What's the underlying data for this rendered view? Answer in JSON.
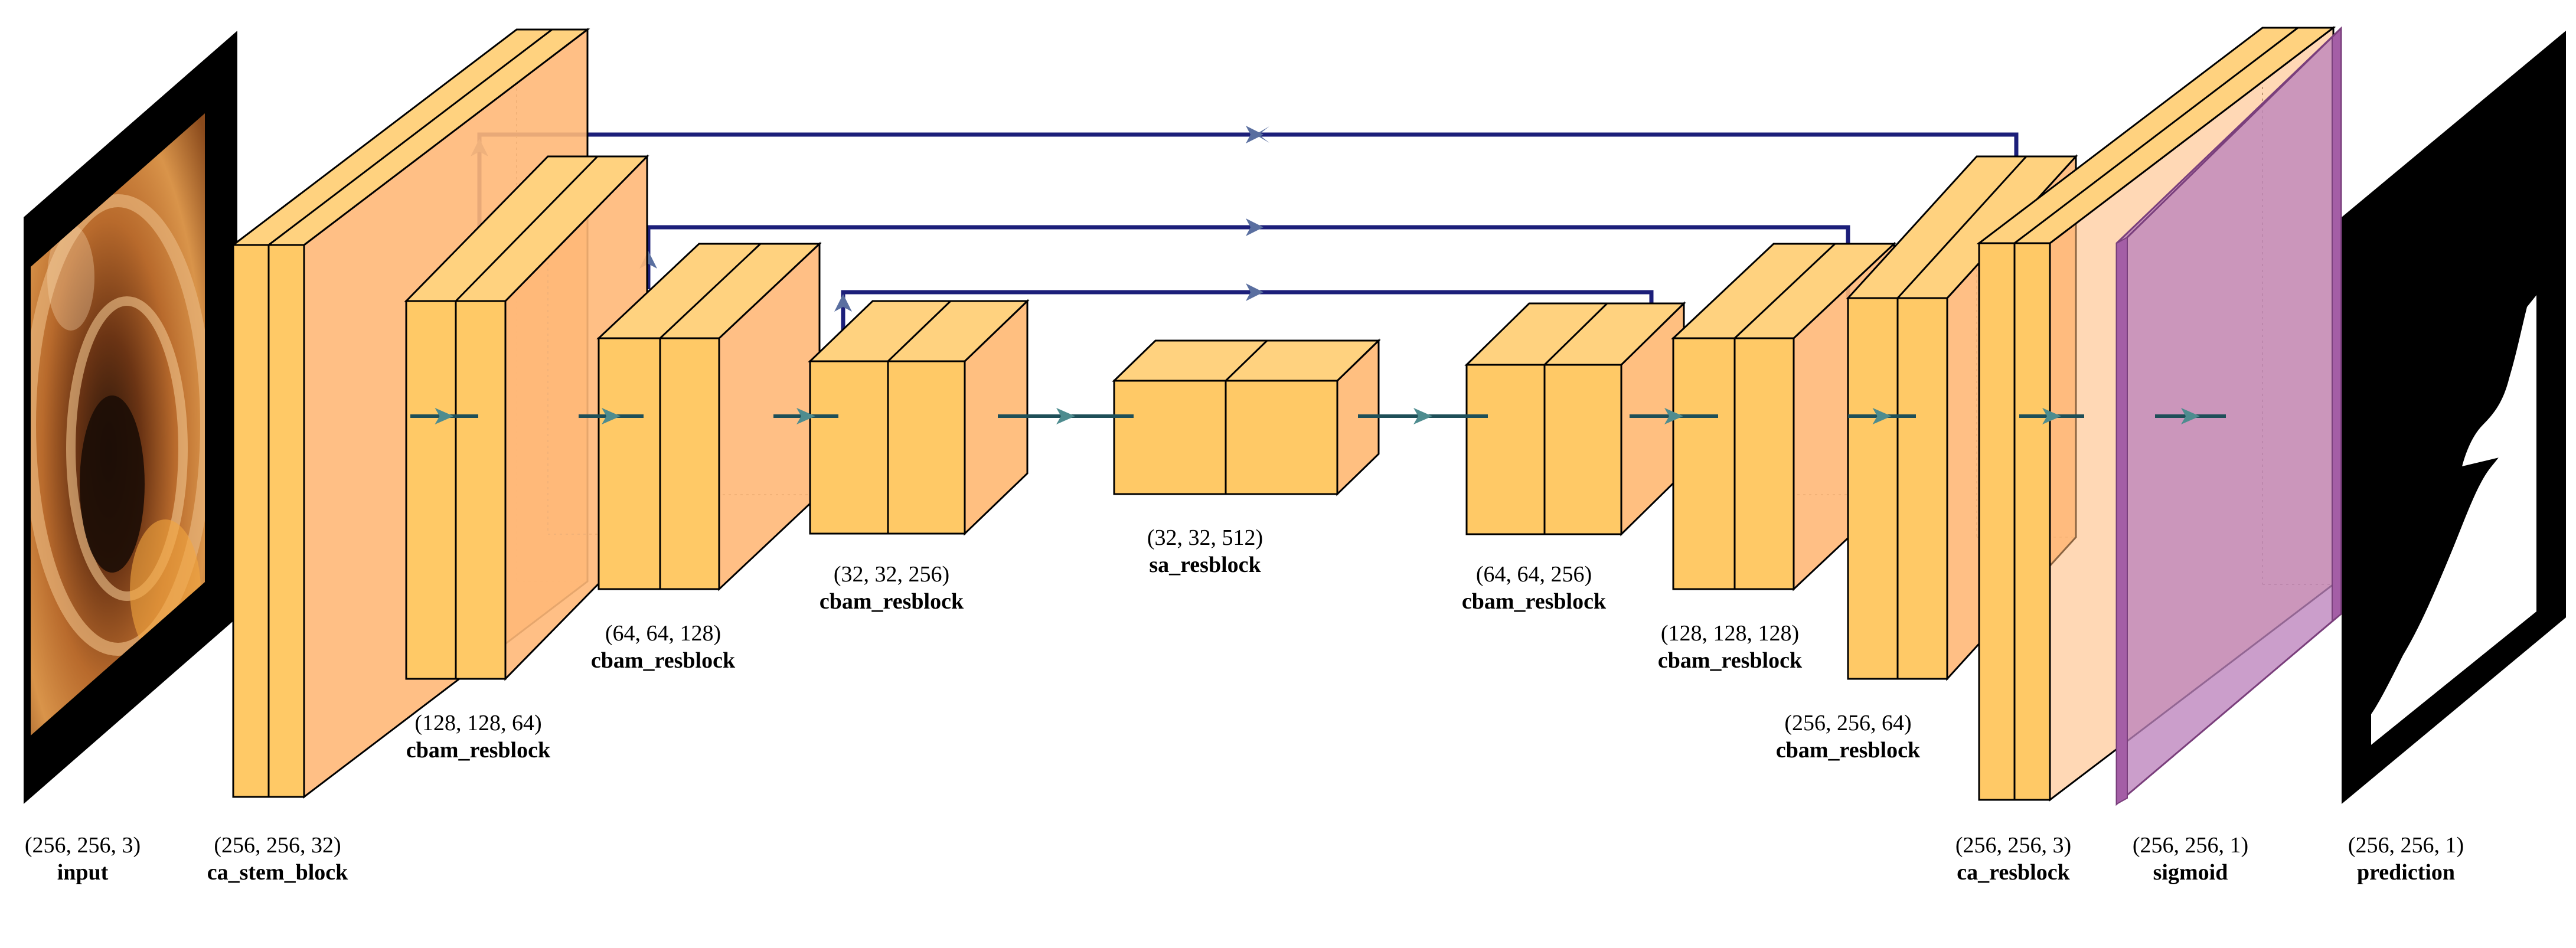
{
  "diagram": {
    "nodes": [
      {
        "id": "input",
        "shape": "input",
        "dims": "(256, 256, 3)",
        "name": "input"
      },
      {
        "id": "ca_stem",
        "shape": "",
        "dims": "(256, 256, 32)",
        "name": "ca_stem_block"
      },
      {
        "id": "enc1",
        "shape": "",
        "dims": "(128, 128, 64)",
        "name": "cbam_resblock"
      },
      {
        "id": "enc2",
        "shape": "",
        "dims": "(64, 64, 128)",
        "name": "cbam_resblock"
      },
      {
        "id": "enc3",
        "shape": "",
        "dims": "(32, 32, 256)",
        "name": "cbam_resblock"
      },
      {
        "id": "bottleneck",
        "shape": "",
        "dims": "(32, 32, 512)",
        "name": "sa_resblock"
      },
      {
        "id": "dec3",
        "shape": "",
        "dims": "(64, 64, 256)",
        "name": "cbam_resblock"
      },
      {
        "id": "dec2",
        "shape": "",
        "dims": "(128, 128, 128)",
        "name": "cbam_resblock"
      },
      {
        "id": "dec1",
        "shape": "",
        "dims": "(256, 256, 64)",
        "name": "cbam_resblock"
      },
      {
        "id": "ca_res",
        "shape": "",
        "dims": "(256, 256, 3)",
        "name": "ca_resblock"
      },
      {
        "id": "sigmoid",
        "shape": "",
        "dims": "(256, 256, 1)",
        "name": "sigmoid"
      },
      {
        "id": "prediction",
        "shape": "",
        "dims": "(256, 256, 1)",
        "name": "prediction"
      }
    ],
    "colors": {
      "block_front": "#FFC966",
      "block_top": "#FFD27F",
      "block_side": "#FFBF80",
      "block_side_fill": "#FFB878",
      "sigmoid_fill": "#B978B9",
      "sigmoid_sheet": "#BC83BD",
      "skip_line": "#1C1F7A",
      "flow_line": "#1E4F58",
      "arrow_head": "#5A6FA0"
    }
  }
}
